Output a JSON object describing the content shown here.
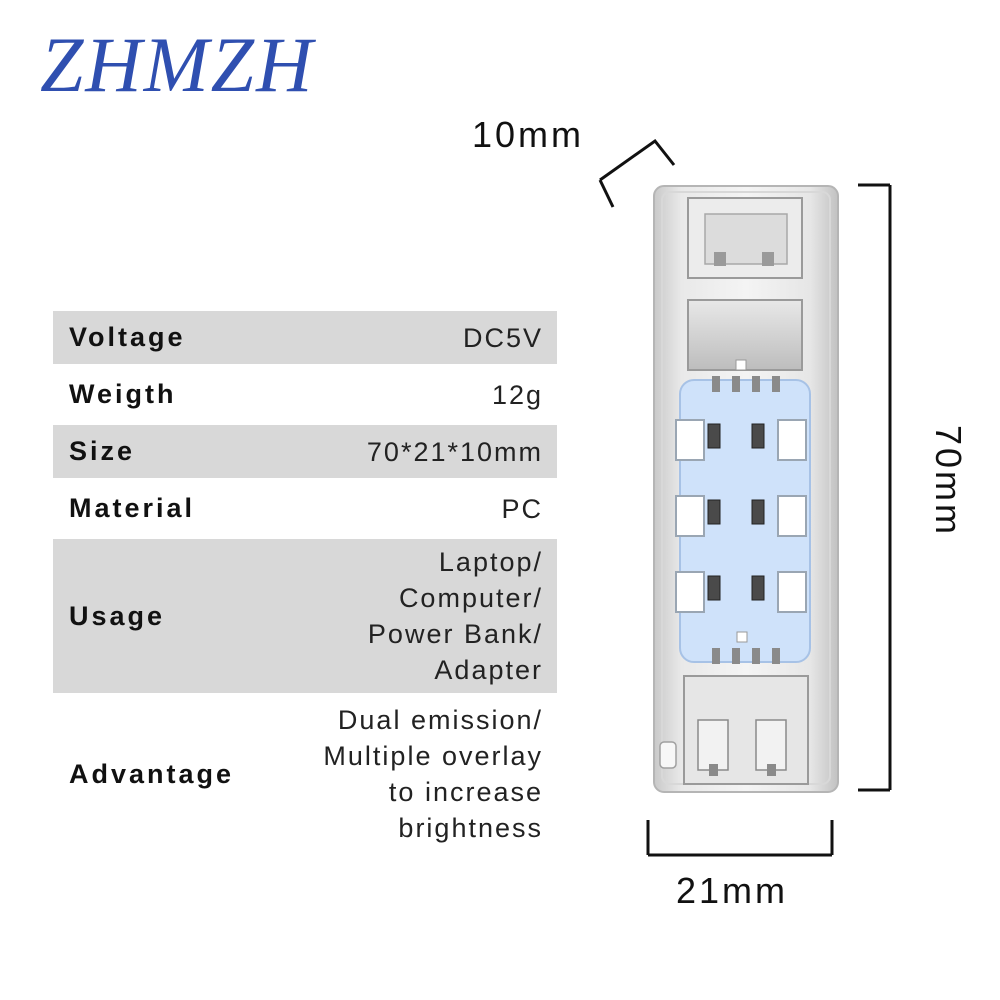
{
  "brand": {
    "name": "ZHMZH"
  },
  "specs": [
    {
      "label": "Voltage",
      "value": "DC5V"
    },
    {
      "label": "Weigth",
      "value": "12g"
    },
    {
      "label": "Size",
      "value": "70*21*10mm"
    },
    {
      "label": "Material",
      "value": "PC"
    },
    {
      "label": "Usage",
      "value": "Laptop/\nComputer/\nPower Bank/\nAdapter"
    },
    {
      "label": "Advantage",
      "value": "Dual emission/\nMultiple overlay\nto increase\nbrightness"
    }
  ],
  "dimensions": {
    "thickness": "10mm",
    "length": "70mm",
    "width": "21mm"
  },
  "colors": {
    "brand": "#2f4fb0",
    "row_shade": "#d8d8d8",
    "pcb_blue": "#cfe2fa"
  }
}
